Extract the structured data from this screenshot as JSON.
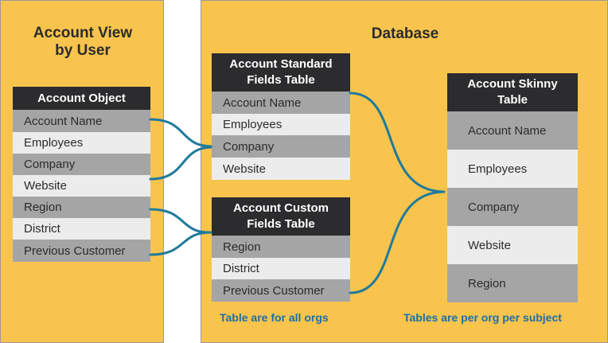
{
  "left_panel": {
    "title_line1": "Account View",
    "title_line2": "by User"
  },
  "right_panel": {
    "title": "Database"
  },
  "tables": {
    "account_object": {
      "header": "Account Object",
      "rows": [
        "Account Name",
        "Employees",
        "Company",
        "Website",
        "Region",
        "District",
        "Previous Customer"
      ]
    },
    "standard_fields": {
      "header_line1": "Account Standard",
      "header_line2": "Fields Table",
      "rows": [
        "Account Name",
        "Employees",
        "Company",
        "Website"
      ]
    },
    "custom_fields": {
      "header_line1": "Account Custom",
      "header_line2": "Fields Table",
      "rows": [
        "Region",
        "District",
        "Previous Customer"
      ]
    },
    "skinny": {
      "header_line1": "Account Skinny",
      "header_line2": "Table",
      "rows": [
        "Account Name",
        "Employees",
        "Company",
        "Website",
        "Region"
      ]
    }
  },
  "notes": {
    "left": "Table are for all orgs",
    "right": "Tables are per org per subject"
  },
  "colors": {
    "panel": "#f8c44d",
    "header": "#2c2c2e",
    "row_dark": "#a5a5a5",
    "row_light": "#ececec",
    "connector": "#1f7a9c",
    "note_text": "#1b6fa8"
  }
}
